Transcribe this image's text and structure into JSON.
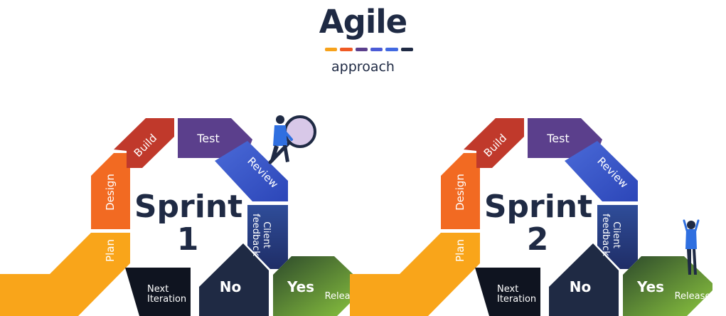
{
  "header": {
    "title": "Agile",
    "subtitle": "approach",
    "bar_colors": [
      "#f7a21b",
      "#ef5a24",
      "#5b3f8c",
      "#4b5bd6",
      "#4169e1",
      "#1f2a44"
    ]
  },
  "stages": {
    "plan": "Plan",
    "design": "Design",
    "build": "Build",
    "test": "Test",
    "review": "Review",
    "client_feedback": [
      "Client",
      "feedback"
    ],
    "no": "No",
    "yes": "Yes",
    "next_iteration": [
      "Next",
      "Iteration"
    ],
    "release": "Release"
  },
  "sprints": [
    {
      "word": "Sprint",
      "number": "1"
    },
    {
      "word": "Sprint",
      "number": "2"
    }
  ],
  "colors": {
    "plan": "#f9a51a",
    "design": "#f26a22",
    "build": "#c0392b",
    "test": "#5b3f8c",
    "review": "#3f5bd6",
    "client_feedback": "#263a82",
    "no": "#1f2a44",
    "next_iteration": "#0f1420",
    "yes_start": "#2f4a2a",
    "yes_end": "#8bc34a",
    "text_dark": "#1f2a44"
  },
  "icons": [
    "magnifier-person-icon",
    "cheering-person-icon"
  ]
}
